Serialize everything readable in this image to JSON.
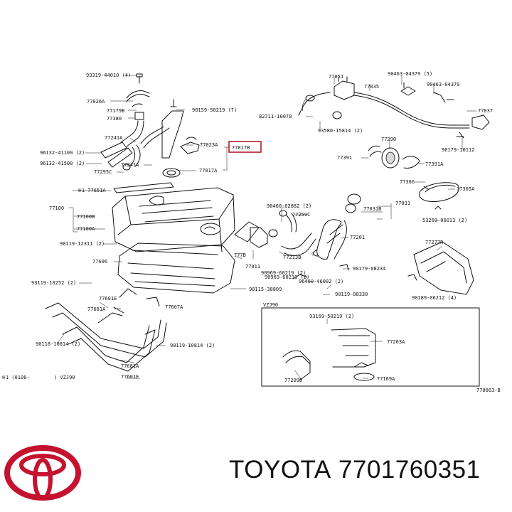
{
  "brand": {
    "name": "TOYOTA",
    "part_number": "7701760351",
    "logo_color": "#c4122f",
    "highlight_color": "#b01c2e"
  },
  "labels": [
    "93319-44010 (4)",
    "77026A",
    "77179B",
    "77380",
    "90159-50219 (7)",
    "77241A",
    "77023A",
    "77017B",
    "96132-41100 (2)",
    "96132-41500 (2)",
    "77241A",
    "77295C",
    "77017A",
    "※1 77651A",
    "77100",
    "77100B",
    "77100A",
    "90119-12311 (2)",
    "77606",
    "93119-10252 (2)",
    "77601E",
    "77681A",
    "90119-10814 (2)",
    "77607A",
    "90118-10814 (2)",
    "77681A",
    "77601E",
    "90115-38809",
    "77011",
    "777B",
    "90460-02882 (2)",
    "77259C",
    "90969-60219 (2)",
    "77213B",
    "96460-46002 (2)",
    "90119-08330",
    "77051",
    "77035",
    "90463-04379 (5)",
    "90463-04379",
    "82711-10070",
    "93580-15814 (2)",
    "77037",
    "90179-10112",
    "77391",
    "77290",
    "77391A",
    "77366",
    "77305A",
    "77031B",
    "77031",
    "77201",
    "90179-08234",
    "90969-60219 (2)",
    "53269-06013 (2)",
    "77277R",
    "90189-06212 (4)",
    "VZJ90",
    "93169-50219 (2)",
    "77203A",
    "77209D",
    "77169A",
    "770663-B",
    "※1 (0108-",
    ") VZJ90"
  ]
}
